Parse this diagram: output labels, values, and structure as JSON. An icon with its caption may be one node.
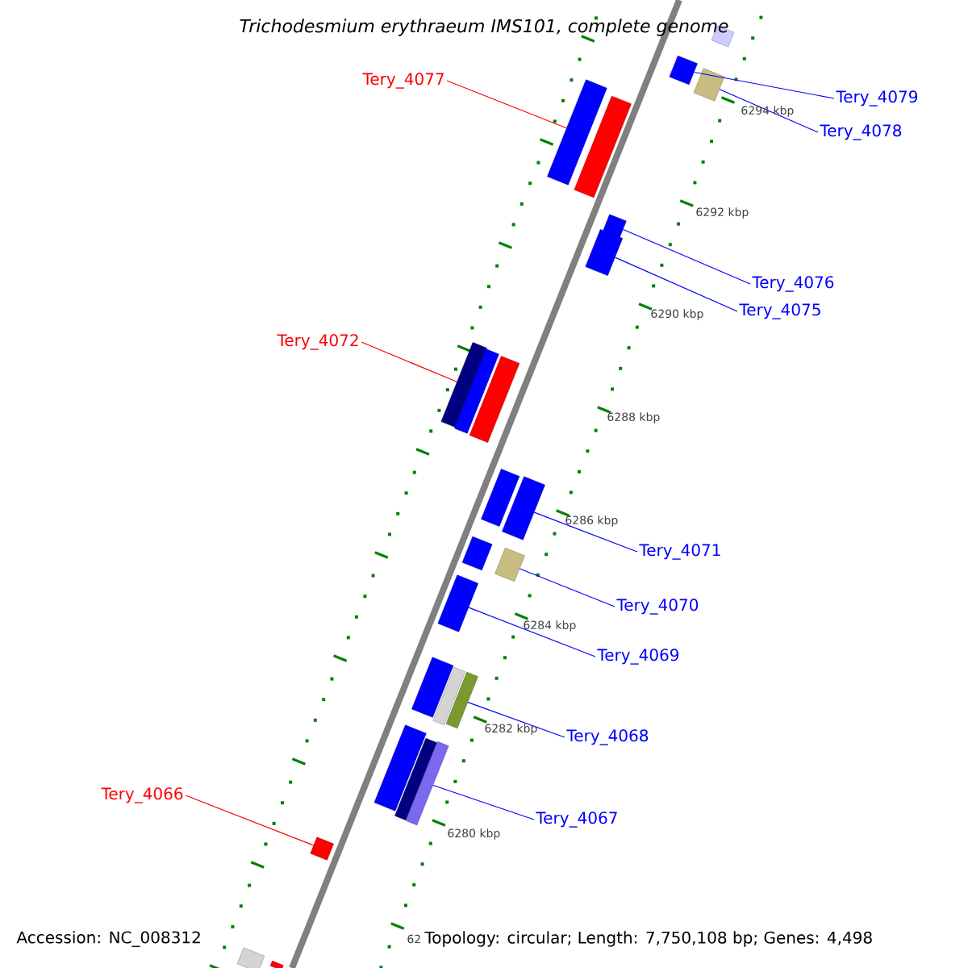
{
  "diagram": {
    "title": "Trichodesmium erythraeum IMS101, complete genome",
    "nodes": [
      {
        "text": [
          "Tery_4077"
        ]
      },
      {
        "text": [
          "Tery_4079"
        ]
      },
      {
        "text": [
          "Tery_4078"
        ]
      },
      {
        "text": [
          "Tery_4076"
        ]
      },
      {
        "text": [
          "Tery_4075"
        ]
      },
      {
        "text": [
          "Tery_4072"
        ]
      },
      {
        "text": [
          "Tery_4071"
        ]
      },
      {
        "text": [
          "Tery_4070"
        ]
      },
      {
        "text": [
          "Tery_4069"
        ]
      },
      {
        "text": [
          "Tery_4068"
        ]
      },
      {
        "text": [
          "Tery_4067"
        ]
      },
      {
        "text": [
          "Tery_4066"
        ]
      },
      {
        "text": [],
        "shape": "bar"
      },
      {
        "text": [],
        "shape": "bar"
      },
      {
        "text": [],
        "shape": "bar"
      },
      {
        "text": [],
        "shape": "bar"
      },
      {
        "text": [],
        "shape": "bar"
      },
      {
        "text": [],
        "shape": "bar"
      },
      {
        "text": [],
        "shape": "bar"
      },
      {
        "text": [],
        "shape": "bar"
      },
      {
        "text": [],
        "shape": "bar"
      },
      {
        "text": [],
        "shape": "bar"
      },
      {
        "text": [],
        "shape": "bar"
      },
      {
        "text": [],
        "shape": "bar"
      },
      {
        "text": [],
        "shape": "bar"
      },
      {
        "text": [],
        "shape": "bar"
      },
      {
        "text": [],
        "shape": "bar"
      },
      {
        "text": [],
        "shape": "bar"
      },
      {
        "text": [],
        "shape": "bar"
      },
      {
        "text": [],
        "shape": "bar"
      },
      {
        "text": [],
        "shape": "bar"
      },
      {
        "text": [],
        "shape": "bar"
      },
      {
        "text": [],
        "shape": "bar"
      },
      {
        "text": [],
        "shape": "bar"
      },
      {
        "text": [],
        "shape": "bar"
      },
      {
        "text": [],
        "shape": "bar"
      }
    ],
    "edges": [
      {
        "from": 0,
        "to": 15,
        "arrow": "none",
        "color": "#ff0000"
      },
      {
        "from": 1,
        "to": 13,
        "arrow": "none"
      },
      {
        "from": 2,
        "to": 14,
        "arrow": "none"
      },
      {
        "from": 3,
        "to": 17,
        "arrow": "none"
      },
      {
        "from": 4,
        "to": 18,
        "arrow": "none"
      },
      {
        "from": 5,
        "to": 19,
        "arrow": "none",
        "color": "#ff0000"
      },
      {
        "from": 6,
        "to": 23,
        "arrow": "none"
      },
      {
        "from": 7,
        "to": 25,
        "arrow": "none"
      },
      {
        "from": 8,
        "to": 26,
        "arrow": "none"
      },
      {
        "from": 9,
        "to": 29,
        "arrow": "none"
      },
      {
        "from": 10,
        "to": 32,
        "arrow": "none"
      },
      {
        "from": 11,
        "to": 33,
        "arrow": "none",
        "color": "#ff0000"
      }
    ],
    "labels": [
      "6294 kbp",
      "6292 kbp",
      "6290 kbp",
      "6288 kbp",
      "6286 kbp",
      "6284 kbp",
      "6282 kbp",
      "6280 kbp",
      "Accession: NC_008312",
      "62",
      "Topology: circular; Length: 7,750,108 bp; Genes: 4,498"
    ]
  }
}
